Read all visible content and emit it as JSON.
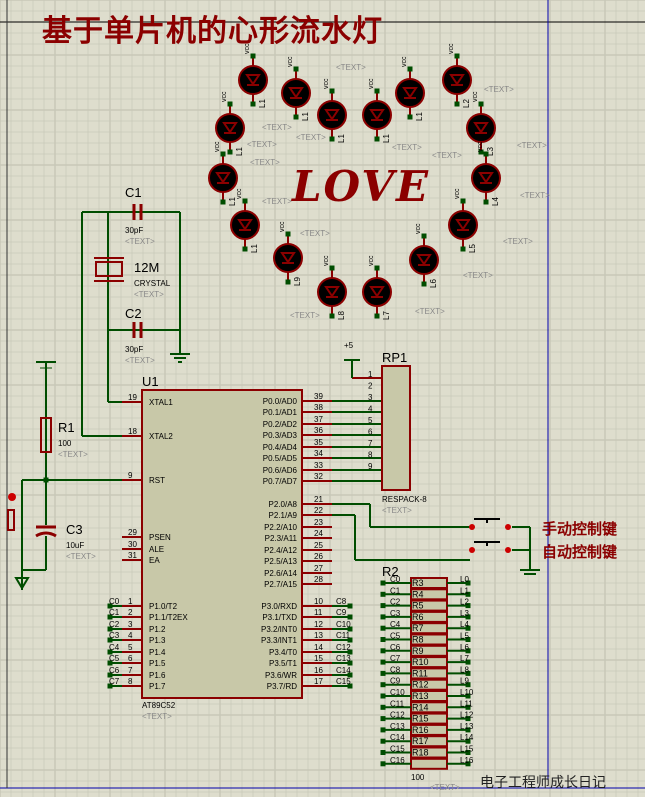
{
  "title": "基于单片机的心形流水灯",
  "love_text": "LOVE",
  "watermark": "电子工程师成长日记",
  "colors": {
    "background": "#deddcd",
    "grid": "#c8c8b8",
    "wire": "#004d00",
    "component": "#8b0000",
    "chip_fill": "#c8c8a8",
    "led_fill": "#000000",
    "text": "#000000",
    "placeholder": "#888888"
  },
  "placeholder_text": "<TEXT>",
  "leds": {
    "vcc_label": "vcc",
    "labels": [
      "L1",
      "L1",
      "L1",
      "L1",
      "L1",
      "L2",
      "L3",
      "L4",
      "L5",
      "L6",
      "L7",
      "L8",
      "L9",
      "L1",
      "L1",
      "L1"
    ]
  },
  "c1": {
    "ref": "C1",
    "value": "30pF"
  },
  "c2": {
    "ref": "C2",
    "value": "30pF"
  },
  "crystal": {
    "ref": "12M",
    "value": "CRYSTAL"
  },
  "r1": {
    "ref": "R1",
    "value": "100"
  },
  "c3": {
    "ref": "C3",
    "value": "10uF"
  },
  "power_label": "+5",
  "rp1": {
    "ref": "RP1",
    "value": "RESPACK-8",
    "pins": [
      "1",
      "2",
      "3",
      "4",
      "5",
      "6",
      "7",
      "8",
      "9"
    ]
  },
  "u1": {
    "ref": "U1",
    "part": "AT89C52",
    "left_pins": [
      {
        "num": "19",
        "name": "XTAL1"
      },
      {
        "num": "18",
        "name": "XTAL2"
      },
      {
        "num": "9",
        "name": "RST"
      },
      {
        "num": "29",
        "name": "PSEN"
      },
      {
        "num": "30",
        "name": "ALE"
      },
      {
        "num": "31",
        "name": "EA"
      },
      {
        "num": "1",
        "name": "P1.0/T2",
        "net": "C0"
      },
      {
        "num": "2",
        "name": "P1.1/T2EX",
        "net": "C1"
      },
      {
        "num": "3",
        "name": "P1.2",
        "net": "C2"
      },
      {
        "num": "4",
        "name": "P1.3",
        "net": "C3"
      },
      {
        "num": "5",
        "name": "P1.4",
        "net": "C4"
      },
      {
        "num": "6",
        "name": "P1.5",
        "net": "C5"
      },
      {
        "num": "7",
        "name": "P1.6",
        "net": "C6"
      },
      {
        "num": "8",
        "name": "P1.7",
        "net": "C7"
      }
    ],
    "right_pins": [
      {
        "num": "39",
        "name": "P0.0/AD0"
      },
      {
        "num": "38",
        "name": "P0.1/AD1"
      },
      {
        "num": "37",
        "name": "P0.2/AD2"
      },
      {
        "num": "36",
        "name": "P0.3/AD3"
      },
      {
        "num": "35",
        "name": "P0.4/AD4"
      },
      {
        "num": "34",
        "name": "P0.5/AD5"
      },
      {
        "num": "33",
        "name": "P0.6/AD6"
      },
      {
        "num": "32",
        "name": "P0.7/AD7"
      },
      {
        "num": "21",
        "name": "P2.0/A8"
      },
      {
        "num": "22",
        "name": "P2.1/A9"
      },
      {
        "num": "23",
        "name": "P2.2/A10"
      },
      {
        "num": "24",
        "name": "P2.3/A11"
      },
      {
        "num": "25",
        "name": "P2.4/A12"
      },
      {
        "num": "26",
        "name": "P2.5/A13"
      },
      {
        "num": "27",
        "name": "P2.6/A14"
      },
      {
        "num": "28",
        "name": "P2.7/A15"
      },
      {
        "num": "10",
        "name": "P3.0/RXD",
        "net": "C8"
      },
      {
        "num": "11",
        "name": "P3.1/TXD",
        "net": "C9"
      },
      {
        "num": "12",
        "name": "P3.2/INT0",
        "net": "C10"
      },
      {
        "num": "13",
        "name": "P3.3/INT1",
        "net": "C11"
      },
      {
        "num": "14",
        "name": "P3.4/T0",
        "net": "C12"
      },
      {
        "num": "15",
        "name": "P3.5/T1",
        "net": "C13"
      },
      {
        "num": "16",
        "name": "P3.6/WR",
        "net": "C14"
      },
      {
        "num": "17",
        "name": "P3.7/RD",
        "net": "C15"
      }
    ]
  },
  "r2": {
    "ref": "R2",
    "value": "100",
    "rows": [
      {
        "in": "C0",
        "res": "R3",
        "out": "L0"
      },
      {
        "in": "C1",
        "res": "R4",
        "out": "L1"
      },
      {
        "in": "C2",
        "res": "R5",
        "out": "L2"
      },
      {
        "in": "C3",
        "res": "R6",
        "out": "L3"
      },
      {
        "in": "C4",
        "res": "R7",
        "out": "L4"
      },
      {
        "in": "C5",
        "res": "R8",
        "out": "L5"
      },
      {
        "in": "C6",
        "res": "R9",
        "out": "L6"
      },
      {
        "in": "C7",
        "res": "R10",
        "out": "L7"
      },
      {
        "in": "C8",
        "res": "R11",
        "out": "L8"
      },
      {
        "in": "C9",
        "res": "R12",
        "out": "L9"
      },
      {
        "in": "C10",
        "res": "R13",
        "out": "L10"
      },
      {
        "in": "C11",
        "res": "R14",
        "out": "L11"
      },
      {
        "in": "C12",
        "res": "R15",
        "out": "L12"
      },
      {
        "in": "C13",
        "res": "R16",
        "out": "L13"
      },
      {
        "in": "C14",
        "res": "R17",
        "out": "L14"
      },
      {
        "in": "C15",
        "res": "R18",
        "out": "L15"
      },
      {
        "in": "C16",
        "res": "",
        "out": "L16"
      }
    ]
  },
  "buttons": [
    {
      "label": "手动控制键"
    },
    {
      "label": "自动控制键"
    }
  ]
}
